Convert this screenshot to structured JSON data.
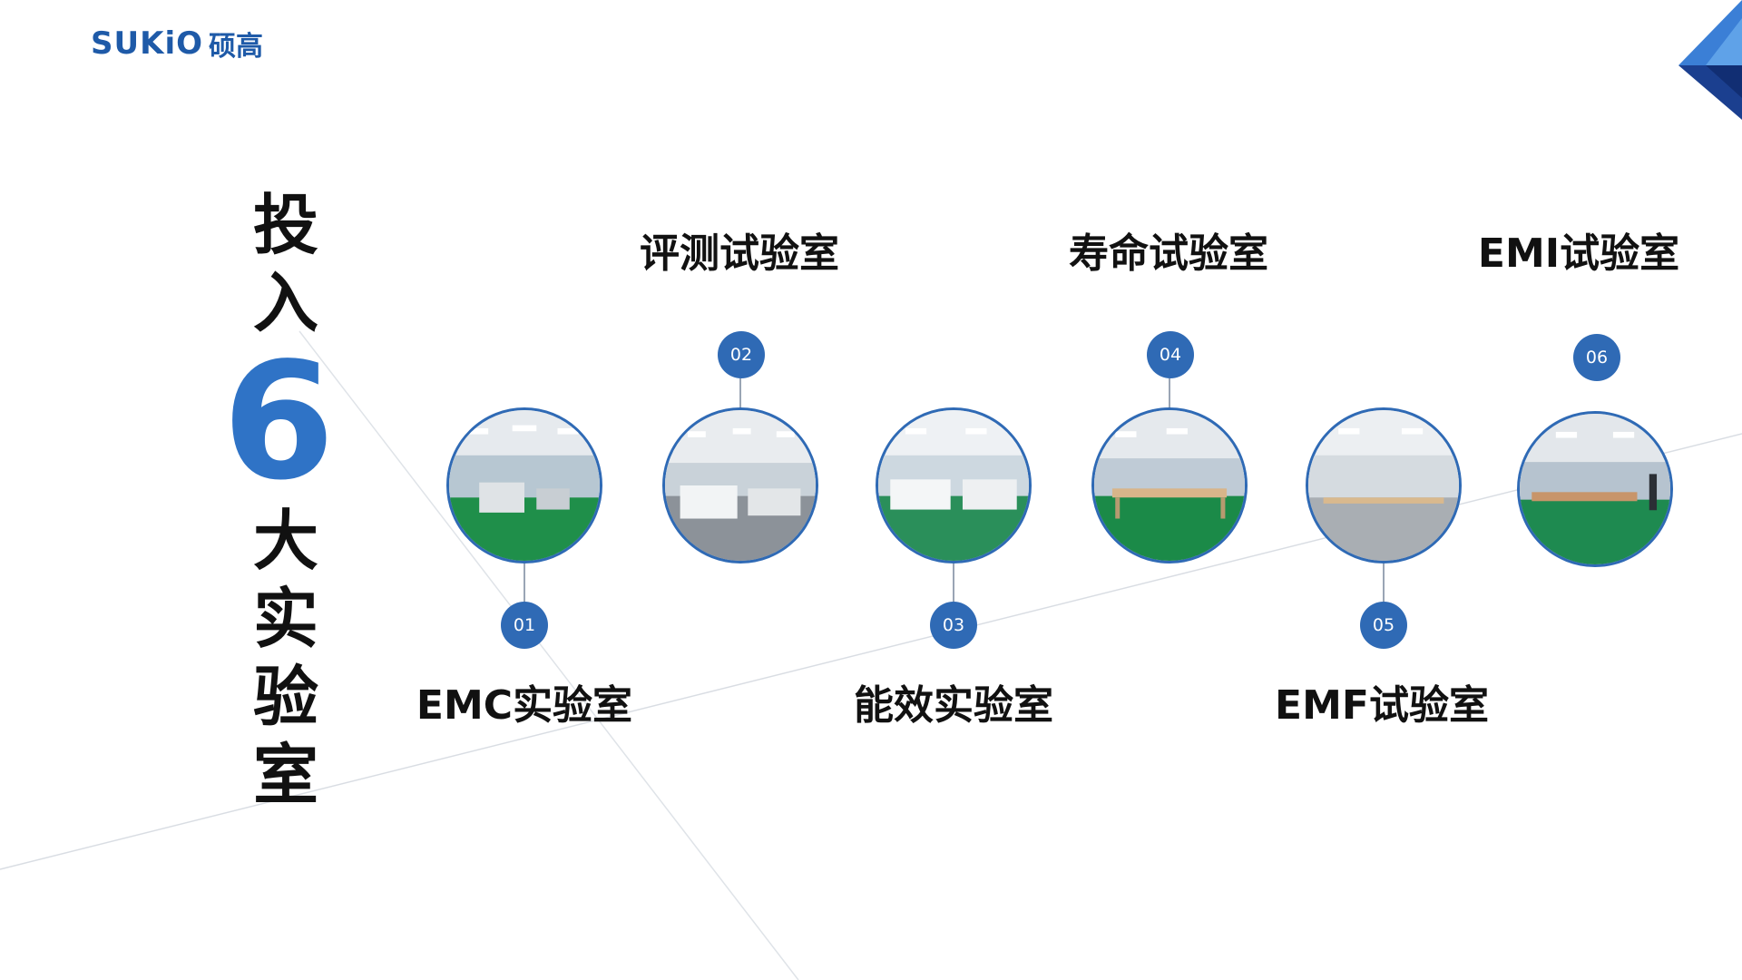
{
  "logo": {
    "wordmark": "SUKiO",
    "chinese": "硕高",
    "brand_color": "#1e5aa8"
  },
  "heading": {
    "char_1": "投",
    "char_2": "入",
    "number": "6",
    "char_3": "大",
    "char_4": "实",
    "char_5": "验",
    "char_6": "室",
    "number_color": "#2f73c6"
  },
  "labs": [
    {
      "number": "01",
      "title": "EMC实验室"
    },
    {
      "number": "02",
      "title": "评测试验室"
    },
    {
      "number": "03",
      "title": "能效实验室"
    },
    {
      "number": "04",
      "title": "寿命试验室"
    },
    {
      "number": "05",
      "title": "EMF试验室"
    },
    {
      "number": "06",
      "title": "EMI试验室"
    }
  ],
  "colors": {
    "badge": "#2f6ab5",
    "floor_green": "#1f8f4a",
    "accent_blue": "#2f73c6"
  }
}
